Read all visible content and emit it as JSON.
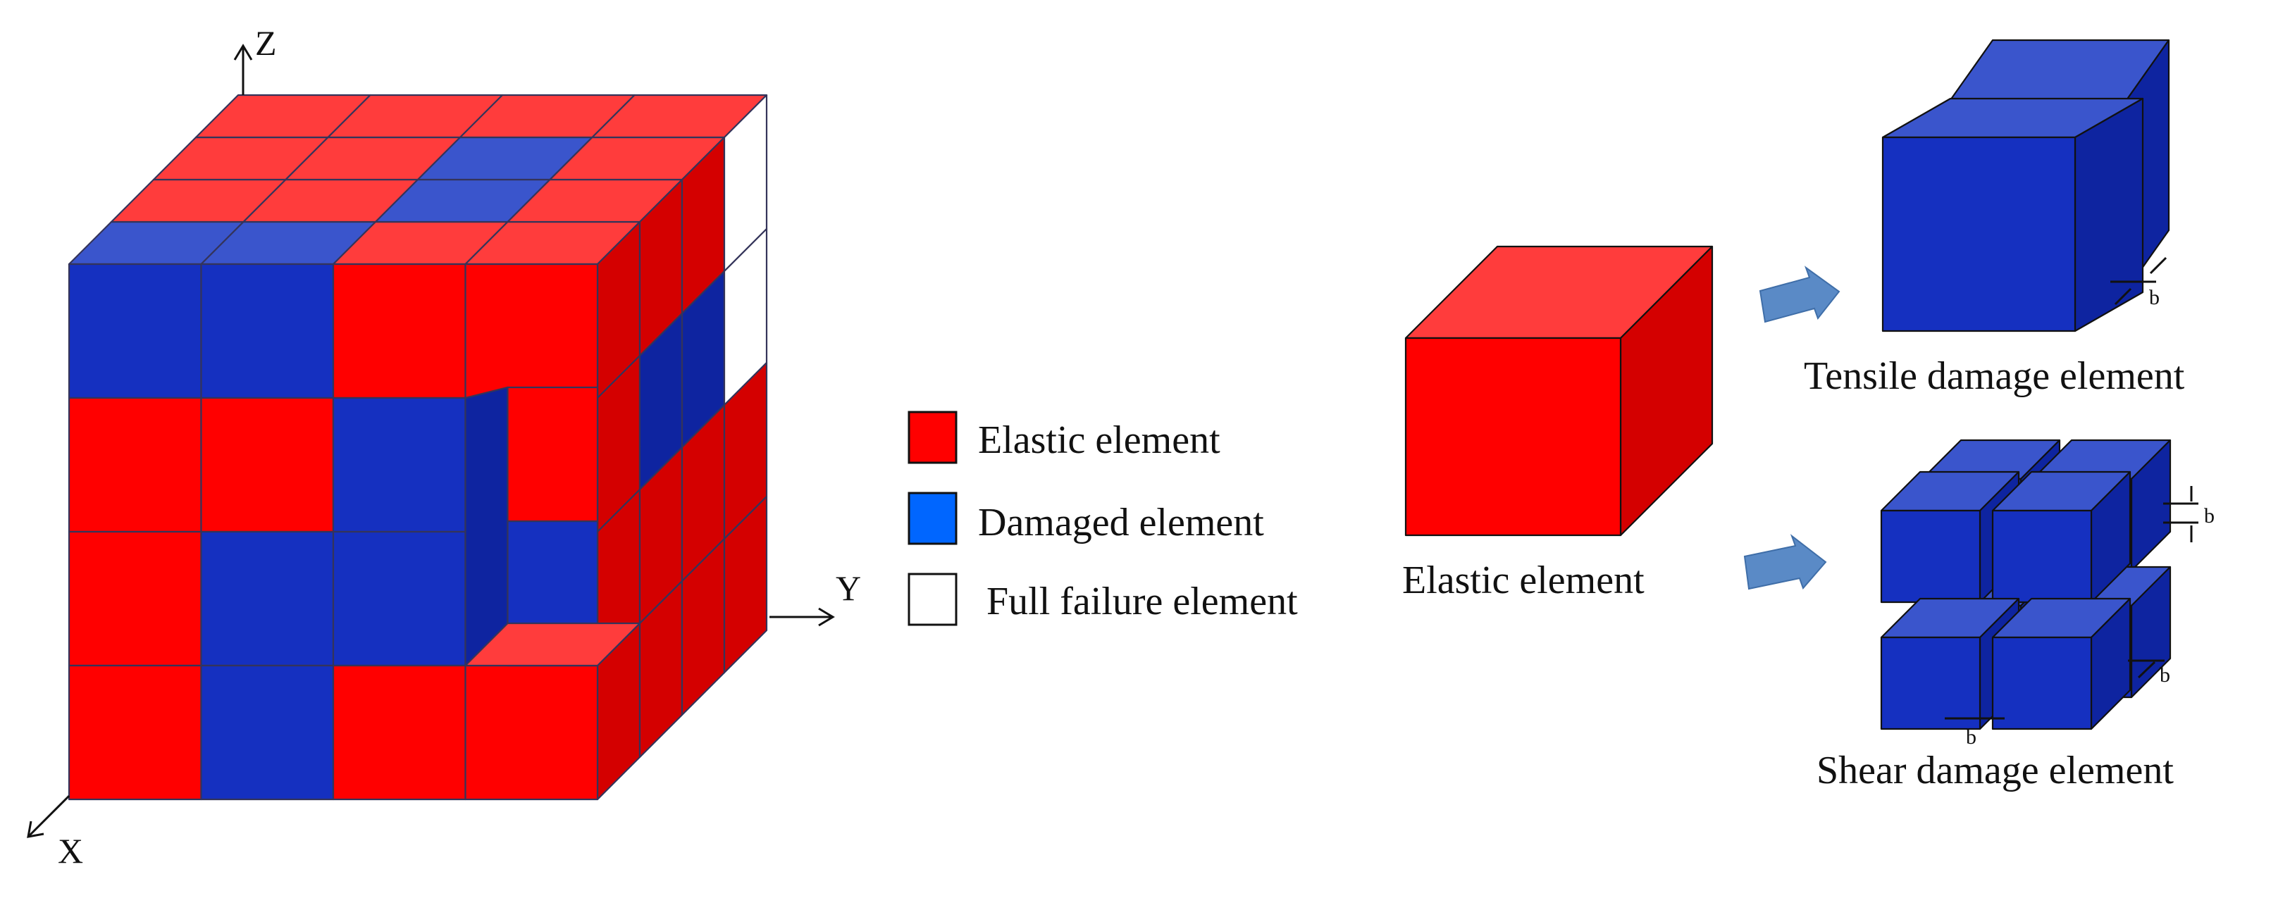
{
  "axes": {
    "z": "Z",
    "y": "Y",
    "x": "X"
  },
  "legend": [
    {
      "label": "Elastic element",
      "color": "#ff0000"
    },
    {
      "label": "Damaged element",
      "color": "#0066ff"
    },
    {
      "label": "Full failure element",
      "color": "#ffffff"
    }
  ],
  "colors": {
    "elastic_front": "#ff0000",
    "elastic_top": "#ff3c3c",
    "elastic_side": "#d40000",
    "damaged_front": "#1530c0",
    "damaged_top": "#3a55cc",
    "damaged_side": "#0e24a0",
    "arrow": "#5a8ac6",
    "edge": "#34345a"
  },
  "elastic_element": {
    "caption": "Elastic element"
  },
  "tensile_element": {
    "caption": "Tensile damage element",
    "gap_label": "b"
  },
  "shear_element": {
    "caption": "Shear damage element",
    "gap_label": "b"
  }
}
